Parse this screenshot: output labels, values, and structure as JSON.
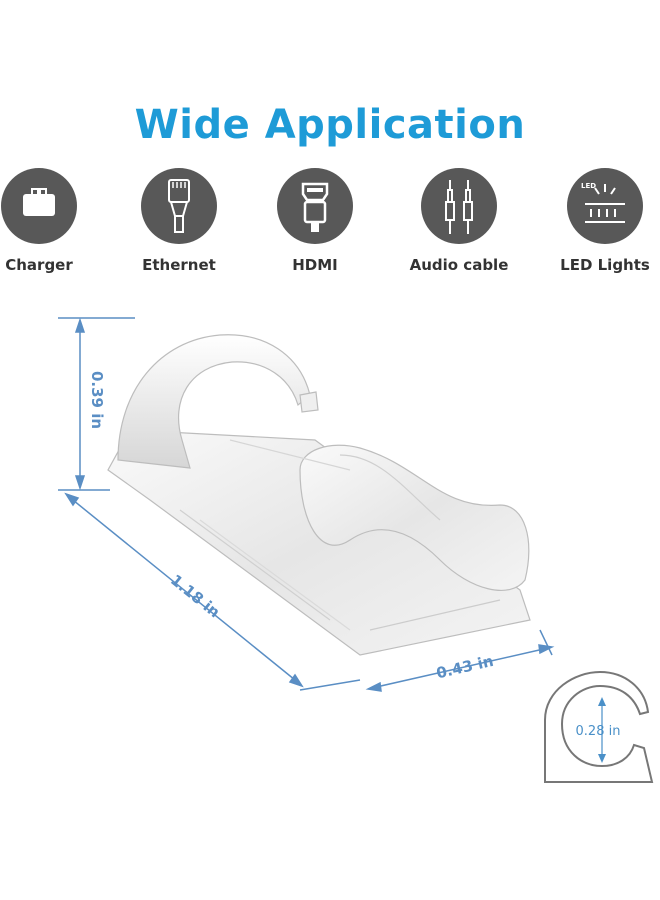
{
  "title": "Wide Application",
  "applications": [
    {
      "label": "Charger",
      "icon": "usb-plug-icon"
    },
    {
      "label": "Ethernet",
      "icon": "ethernet-plug-icon"
    },
    {
      "label": "HDMI",
      "icon": "hdmi-plug-icon"
    },
    {
      "label": "Audio cable",
      "icon": "audio-jack-icon"
    },
    {
      "label": "LED Lights",
      "icon": "led-lights-icon",
      "icon_text": "LED"
    }
  ],
  "dimensions": {
    "height": "0.39 in",
    "length": "1.18 in",
    "width": "0.43 in",
    "opening": "0.28 in"
  },
  "colors": {
    "title": "#1e9bd7",
    "icon_bg": "#585858",
    "dimension_lines": "#5a8ec4"
  }
}
